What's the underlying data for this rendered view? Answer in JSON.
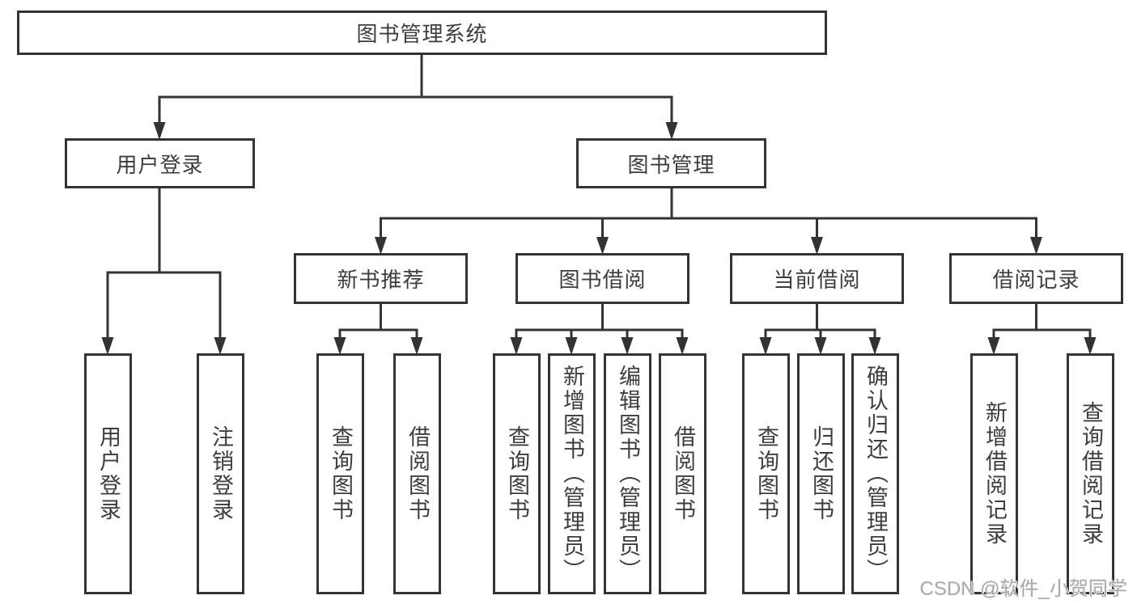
{
  "diagram": {
    "root": {
      "label": "图书管理系统"
    },
    "level2": {
      "user_login": {
        "label": "用户登录"
      },
      "book_management": {
        "label": "图书管理"
      }
    },
    "level3": {
      "new_book_recommend": {
        "label": "新书推荐"
      },
      "book_borrowing": {
        "label": "图书借阅"
      },
      "current_borrowing": {
        "label": "当前借阅"
      },
      "borrowing_records": {
        "label": "借阅记录"
      }
    },
    "leaves": {
      "login": {
        "label": "用户登录"
      },
      "logout": {
        "label": "注销登录"
      },
      "recommend_query_book": {
        "label": "查询图书"
      },
      "recommend_borrow_book": {
        "label": "借阅图书"
      },
      "borrowing_query_book": {
        "label": "查询图书"
      },
      "borrowing_add_book": {
        "label": "新增图书（管理员）"
      },
      "borrowing_edit_book": {
        "label": "编辑图书（管理员）"
      },
      "borrowing_borrow_book": {
        "label": "借阅图书"
      },
      "current_query_book": {
        "label": "查询图书"
      },
      "current_return_book": {
        "label": "归还图书"
      },
      "current_confirm_return": {
        "label": "确认归还（管理员）"
      },
      "records_add_record": {
        "label": "新增借阅记录"
      },
      "records_query_record": {
        "label": "查询借阅记录"
      }
    },
    "watermark": "CSDN @软件_小贺同学",
    "colors": {
      "line": "#333333",
      "text": "#3d3d3d",
      "box_background": "#ffffff",
      "watermark": "#a9a9a9"
    }
  }
}
